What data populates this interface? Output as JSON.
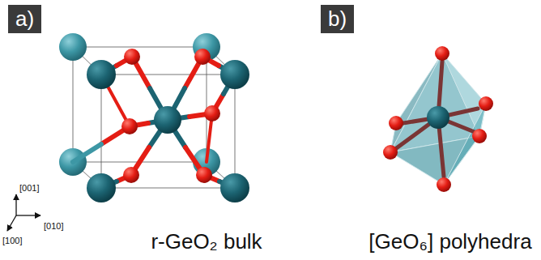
{
  "diagram": {
    "nodes": [
      {
        "text": [
          "a)"
        ]
      },
      {
        "text": [
          "b)"
        ]
      }
    ],
    "labels": [
      "r-GeO₂ bulk",
      "[GeO₆] polyhedra",
      "[001]",
      "[010]",
      "[100]"
    ]
  }
}
